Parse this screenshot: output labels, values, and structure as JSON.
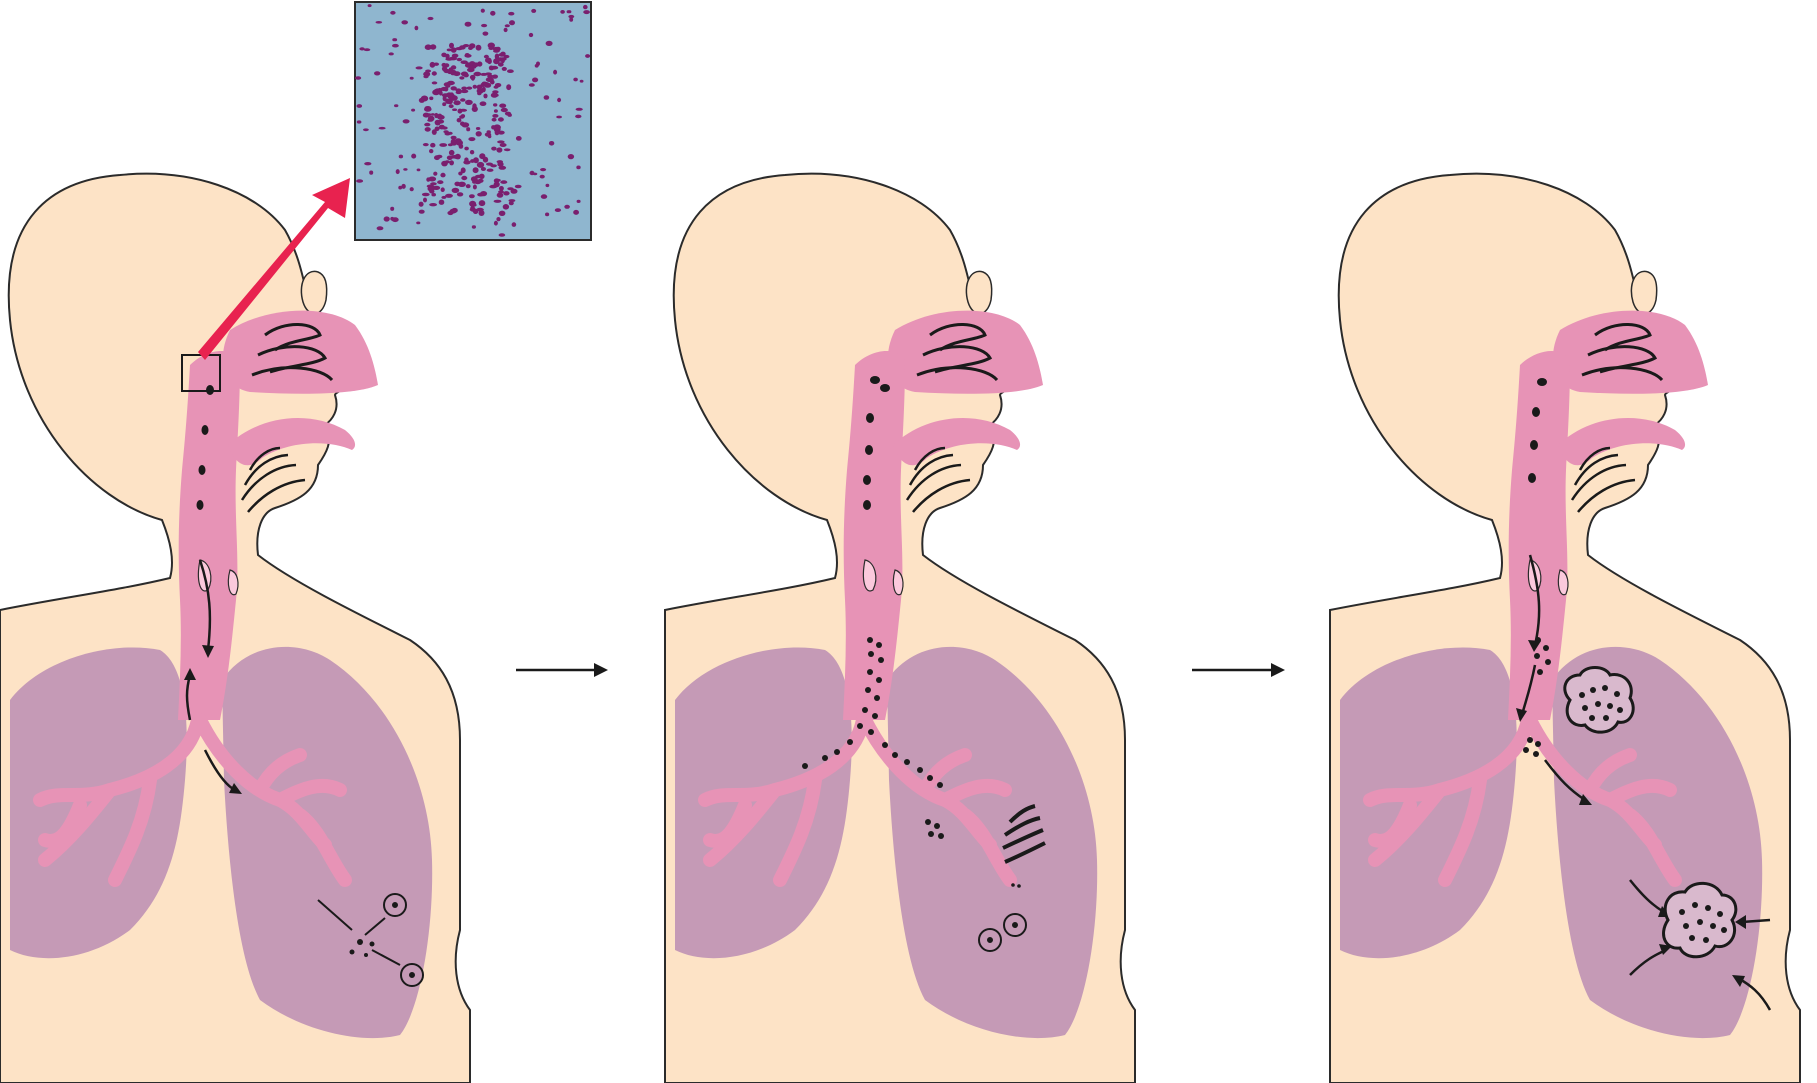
{
  "figure": {
    "panels": [
      {
        "id": "stage-1",
        "description_visible_text": ""
      },
      {
        "id": "stage-2",
        "description_visible_text": ""
      },
      {
        "id": "stage-3",
        "description_visible_text": ""
      }
    ],
    "inset": {
      "content": "micrograph"
    },
    "colors": {
      "skin": "#fde3c6",
      "outline": "#2b2b2b",
      "airway": "#e793b6",
      "airway_dark": "#d97aa5",
      "lung": "#c59ab6",
      "lung_dark": "#b689a8",
      "inset_bg": "#8fb6cf",
      "bacteria": "#7a1f6e",
      "callout": "#e8224f",
      "arrow": "#1a1a1a"
    }
  }
}
